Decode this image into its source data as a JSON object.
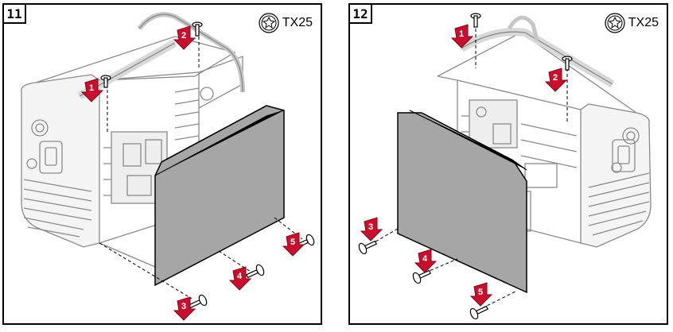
{
  "panels": [
    {
      "step": "11",
      "tool": "TX25",
      "callouts": [
        "1",
        "2",
        "3",
        "4",
        "5"
      ]
    },
    {
      "step": "12",
      "tool": "TX25",
      "callouts": [
        "1",
        "2",
        "3",
        "4",
        "5"
      ]
    }
  ],
  "colors": {
    "arrow": "#c8102e",
    "panel_fill": "#a6a6a6",
    "outline": "#000000",
    "machine_line": "#8a8a8a"
  },
  "icons": [
    "torx-screwdriver-icon",
    "screw-icon",
    "arrow-callout-icon"
  ]
}
